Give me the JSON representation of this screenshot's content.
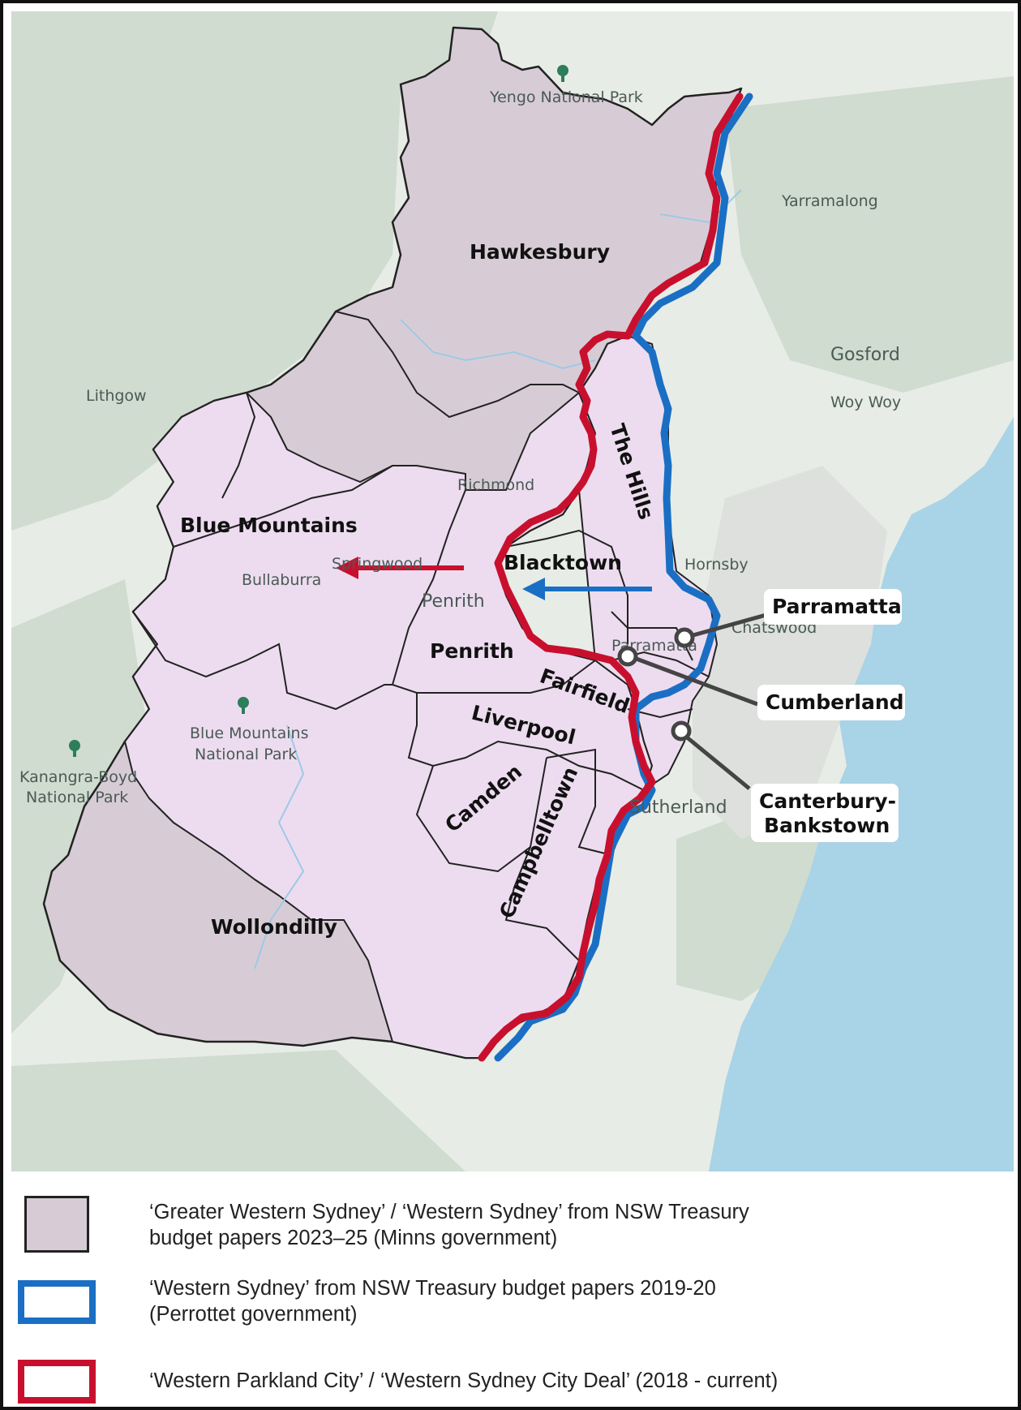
{
  "regions": [
    {
      "id": "hawkesbury",
      "label": "Hawkesbury"
    },
    {
      "id": "blue-mountains",
      "label": "Blue Mountains"
    },
    {
      "id": "the-hills",
      "label": "The Hills"
    },
    {
      "id": "blacktown",
      "label": "Blacktown"
    },
    {
      "id": "penrith",
      "label": "Penrith"
    },
    {
      "id": "fairfield",
      "label": "Fairfield"
    },
    {
      "id": "liverpool",
      "label": "Liverpool"
    },
    {
      "id": "camden",
      "label": "Camden"
    },
    {
      "id": "campbelltown",
      "label": "Campbelltown"
    },
    {
      "id": "wollondilly",
      "label": "Wollondilly"
    }
  ],
  "callouts": {
    "parramatta": "Parramatta",
    "cumberland": "Cumberland",
    "canterbury_line1": "Canterbury-",
    "canterbury_line2": "Bankstown"
  },
  "places": {
    "yengo": "Yengo National Park",
    "yarramalong": "Yarramalong",
    "gosford": "Gosford",
    "woy_woy": "Woy Woy",
    "lithgow": "Lithgow",
    "richmond": "Richmond",
    "springwood": "Springwood",
    "bullaburra": "Bullaburra",
    "penrith_town": "Penrith",
    "hornsby": "Hornsby",
    "chatswood": "Chatswood",
    "parramatta_town": "Parramatta",
    "sutherland": "Sutherland",
    "blue_mountains_np_1": "Blue Mountains",
    "blue_mountains_np_2": "National Park",
    "kanangra_1": "Kanangra-Boyd",
    "kanangra_2": "National Park"
  },
  "legend": {
    "gws_line1": "‘Greater Western Sydney’ / ‘Western Sydney’ from NSW Treasury",
    "gws_line2": "budget papers 2023–25 (Minns government)",
    "ws_line1": "‘Western Sydney’ from NSW Treasury budget papers 2019-20",
    "ws_line2": "(Perrottet government)",
    "wpc": "‘Western Parkland City’ / ‘Western Sydney City Deal’ (2018 - current)"
  },
  "colors": {
    "blue_boundary": "#1a6fc4",
    "red_boundary": "#c8102e",
    "gws_fill": "#d7ccd5",
    "inner_fill": "#eddcef",
    "ocean": "#a9d3e6",
    "land": "#e8ece6",
    "forest": "#cfdccf"
  },
  "icons": [
    "park-tree-icon",
    "left-arrow-icon",
    "callout-pin-icon"
  ]
}
